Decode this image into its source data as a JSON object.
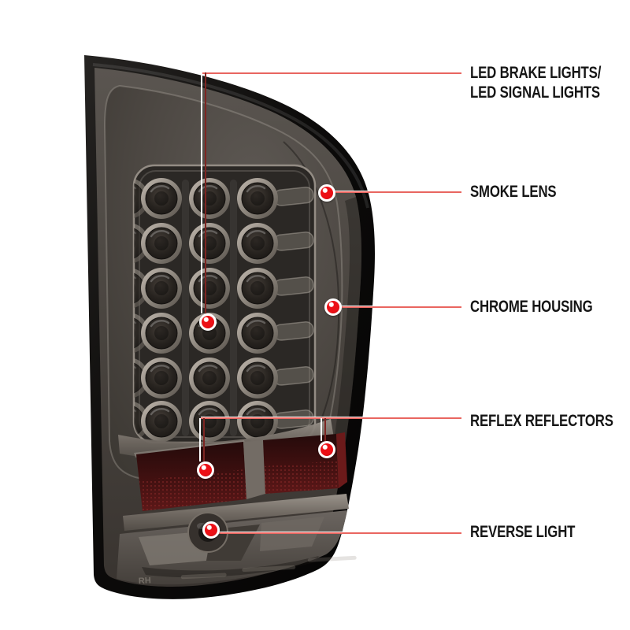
{
  "page": {
    "background": "#ffffff"
  },
  "style": {
    "label_color": "#161616",
    "leader_line_red": "#e96660",
    "leader_line_white": "#ffffff",
    "leader_line_dark_red": "#7d2522",
    "marker_dot_red": "#ec1016",
    "marker_dot_ring": "#ffffff"
  },
  "callouts": {
    "led_lights": {
      "line1": "LED BRAKE LIGHTS/",
      "line2": "LED SIGNAL LIGHTS"
    },
    "smoke_lens": {
      "label": "SMOKE LENS"
    },
    "chrome_housing": {
      "label": "CHROME HOUSING"
    },
    "reflex_reflectors": {
      "label": "REFLEX REFLECTORS"
    },
    "reverse_light": {
      "label": "REVERSE LIGHT"
    }
  },
  "product": {
    "name": "smoked-led-tail-light",
    "molded_marking": "RH",
    "colors": {
      "housing_black": "#0b0a09",
      "lens_smoke_light": "#57524e",
      "lens_smoke_dark": "#38342f",
      "chrome": "#8d8680",
      "reflector_red_dark": "#2a0c0c",
      "reflector_red": "#5d1818",
      "led_ring": "#c2bab0",
      "led_center": "#1f1c1a"
    }
  }
}
